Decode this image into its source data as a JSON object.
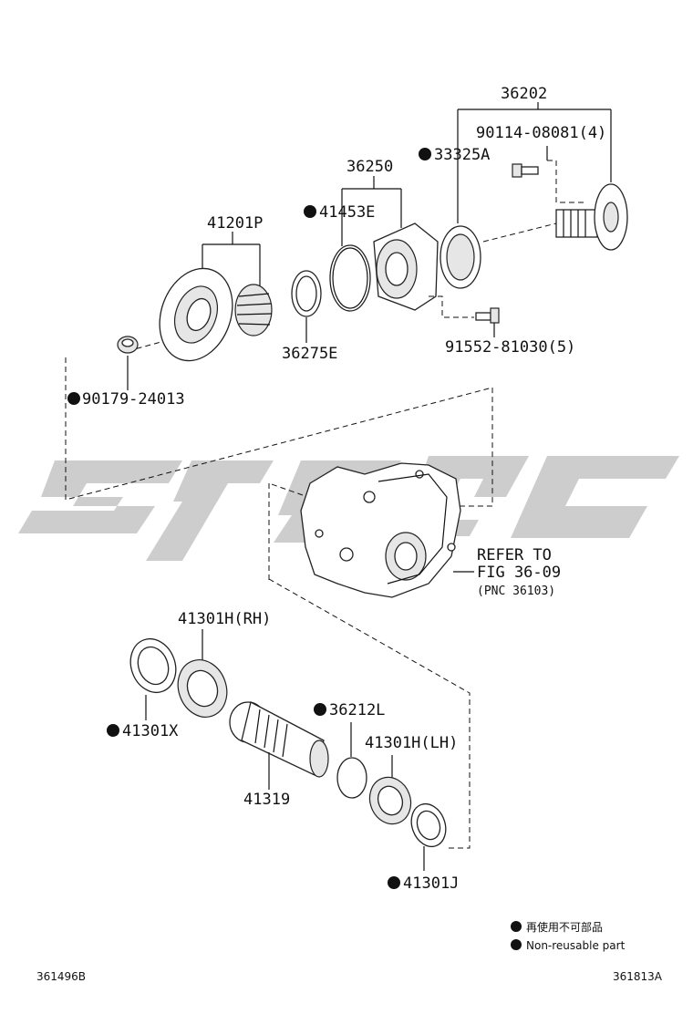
{
  "colors": {
    "watermark": "#c8c8c8",
    "ink": "#111111"
  },
  "parts": {
    "p36202": "36202",
    "p90114": "90114-08081(4)",
    "p33325A": "33325A",
    "p36250": "36250",
    "p41453E": "41453E",
    "p41201P": "41201P",
    "p36275E": "36275E",
    "p91552": "91552-81030(5)",
    "p90179": "90179-24013",
    "p41301H_RH": "41301H(RH)",
    "p41301X": "41301X",
    "p36212L": "36212L",
    "p41301H_LH": "41301H(LH)",
    "p41319": "41319",
    "p41301J": "41301J"
  },
  "refer": {
    "line1": "REFER TO",
    "line2": "FIG 36-09",
    "line3": "(PNC 36103)"
  },
  "legend": {
    "jp": "再使用不可部品",
    "en": "Non-reusable part"
  },
  "footer": {
    "left_code": "361496B",
    "right_code": "361813A"
  }
}
